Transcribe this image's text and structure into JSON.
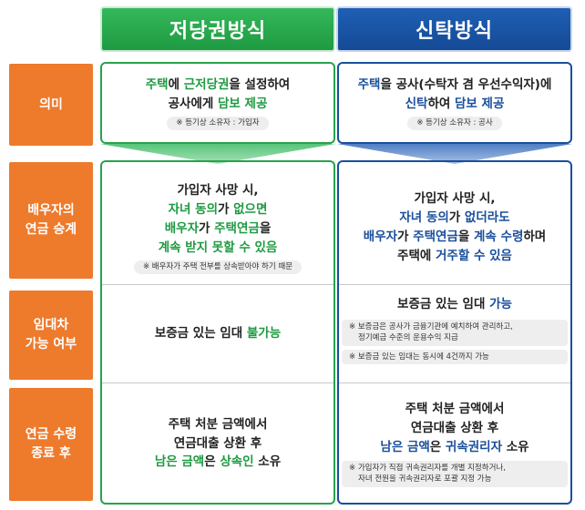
{
  "columns": {
    "left_title": "저당권방식",
    "right_title": "신탁방식"
  },
  "rows": [
    {
      "label_line1": "의미",
      "label_line2": ""
    },
    {
      "label_line1": "배우자의",
      "label_line2": "연금 승계"
    },
    {
      "label_line1": "임대차",
      "label_line2": "가능 여부"
    },
    {
      "label_line1": "연금 수령",
      "label_line2": "종료 후"
    }
  ],
  "meaning": {
    "left": {
      "l1a": "주택",
      "l1b": "에 ",
      "l1c": "근저당권",
      "l1d": "을 설정하여",
      "l2a": "공사에게 ",
      "l2b": "담보 제공",
      "note": "※ 등기상 소유자 : 가입자"
    },
    "right": {
      "l1a": "주택",
      "l1b": "을 공사(수탁자 겸 우선수익자)에",
      "l2a": "신탁",
      "l2b": "하여 ",
      "l2c": "담보 제공",
      "note": "※ 등기상 소유자 : 공사"
    }
  },
  "spouse": {
    "left": {
      "l1": "가입자 사망 시,",
      "l2a": "자녀 동의",
      "l2b": "가 ",
      "l2c": "없으면",
      "l3a": "배우자",
      "l3b": "가 ",
      "l3c": "주택연금",
      "l3d": "을",
      "l4": "계속 받지 못할 수 있음",
      "note": "※ 배우자가 주택 전부를 상속받아야 하기 때문"
    },
    "right": {
      "l1": "가입자 사망 시,",
      "l2a": "자녀 동의",
      "l2b": "가 ",
      "l2c": "없더라도",
      "l3a": "배우자",
      "l3b": "가 ",
      "l3c": "주택연금",
      "l3d": "을 ",
      "l3e": "계속 수령",
      "l3f": "하며",
      "l4a": "주택",
      "l4b": "에 ",
      "l4c": "거주할 수 있음"
    }
  },
  "lease": {
    "left": {
      "a": "보증금 있는 임대 ",
      "b": "불가능"
    },
    "right": {
      "a": "보증금 있는 임대 ",
      "b": "가능",
      "note1_l1": "※ 보증금은 공사가 금융기관에 예치하여 관리하고,",
      "note1_l2": "정기예금 수준의 운용수익 지급",
      "note2": "※ 보증금 있는 임대는 동시에 4건까지 가능"
    }
  },
  "after": {
    "left": {
      "l1": "주택 처분 금액에서",
      "l2": "연금대출 상환 후",
      "l3a": "남은 금액",
      "l3b": "은 ",
      "l3c": "상속인",
      "l3d": " 소유"
    },
    "right": {
      "l1": "주택 처분 금액에서",
      "l2": "연금대출 상환 후",
      "l3a": "남은 금액",
      "l3b": "은 ",
      "l3c": "귀속권리자",
      "l3d": " 소유",
      "note_l1": "※ 가입자가 직접 귀속권리자를 개별 지정하거나,",
      "note_l2": "자녀 전원을 귀속권리자로 포괄 지정 가능"
    }
  },
  "colors": {
    "green": "#1f9a42",
    "blue": "#1a4f9c",
    "orange": "#ee7a2c"
  }
}
